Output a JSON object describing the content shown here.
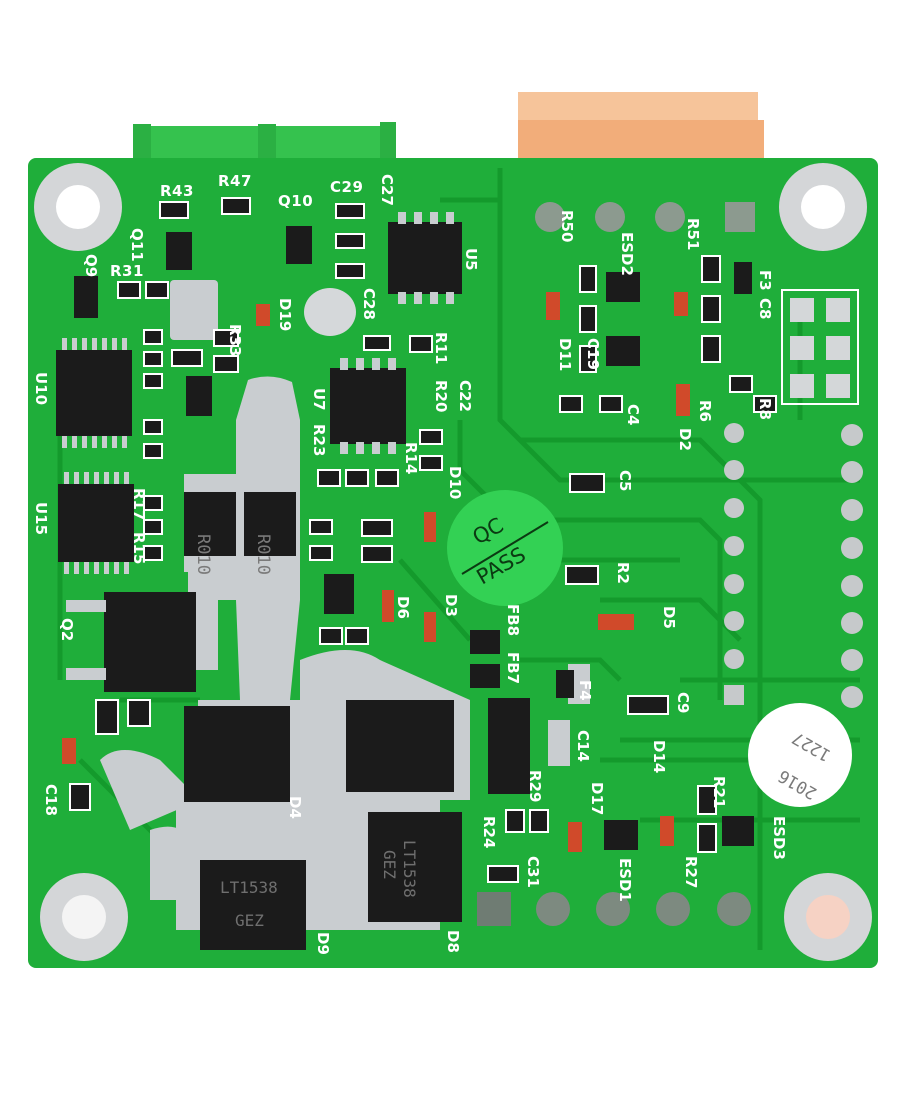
{
  "board": {
    "colors": {
      "board": "#1fae3a",
      "trace": "#149a2c",
      "silkscreen": "#ffffff",
      "solder": "#c9cdd0",
      "ic": "#1b1b1b",
      "connector_green": "#35c24e",
      "connector_orange": "#f2ad7a",
      "qc_sticker": "#33d154"
    },
    "silkscreen": {
      "r43": "R43",
      "r47": "R47",
      "q10": "Q10",
      "c29": "C29",
      "c27": "C27",
      "q11": "Q11",
      "r31": "R31",
      "q9": "Q9",
      "d19": "D19",
      "r33": "R33",
      "u5": "U5",
      "c28": "C28",
      "r50": "R50",
      "esd2": "ESD2",
      "r51": "R51",
      "d11": "D11",
      "c19": "C19",
      "f3": "F3",
      "c8": "C8",
      "r8": "R8",
      "u10": "U10",
      "u7": "U7",
      "r11": "R11",
      "r20": "R20",
      "c22": "C22",
      "r23": "R23",
      "r14": "R14",
      "d10": "D10",
      "c5": "C5",
      "u15": "U15",
      "r17": "R17",
      "r15": "R15",
      "r2": "R2",
      "q2": "Q2",
      "d6": "D6",
      "d3": "D3",
      "d5": "D5",
      "fb8": "FB8",
      "fb7": "FB7",
      "f4": "F4",
      "c9": "C9",
      "c14": "C14",
      "d14": "D14",
      "r21": "R21",
      "esd3": "ESD3",
      "d17": "D17",
      "r29": "R29",
      "r27": "R27",
      "r24": "R24",
      "c31": "C31",
      "esd1": "ESD1",
      "c18": "C18",
      "d4": "D4",
      "d8": "D8",
      "d9": "D9",
      "r6": "R6",
      "d2": "D2",
      "c4": "C4"
    },
    "markings": {
      "current_sense_left": "R010",
      "current_sense_right": "R010",
      "diode_d9": "LT1538\nGEZ",
      "diode_d8": "LT1538\nGEZ"
    },
    "qc_sticker": {
      "line1": "QC",
      "line2": "PASS"
    },
    "date_sticker": {
      "line1": "2016",
      "line2": "1227"
    },
    "icons": [
      "mounting-hole-icon",
      "qc-pass-sticker",
      "date-sticker"
    ]
  }
}
